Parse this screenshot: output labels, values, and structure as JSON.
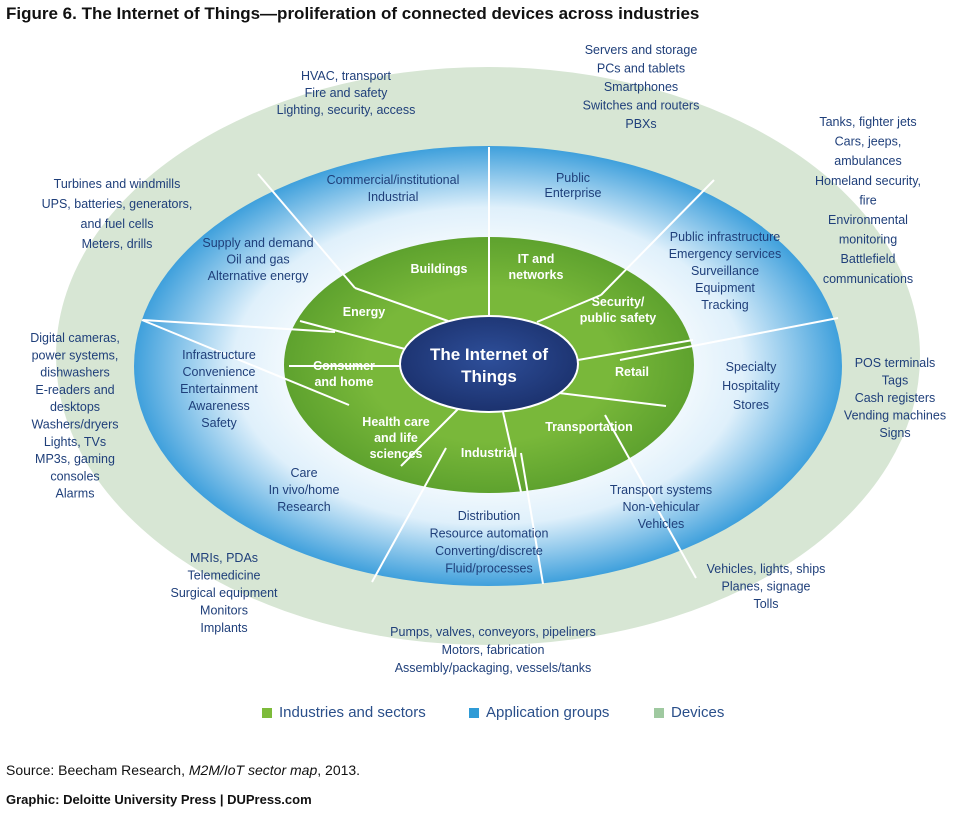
{
  "title": "Figure 6. The Internet of Things—proliferation of connected devices across industries",
  "center": {
    "line1": "The Internet of",
    "line2": "Things"
  },
  "colors": {
    "devices_ring": "#d7e6d4",
    "application_ring_edge": "#3fa0dc",
    "application_ring_inner": "#eef7fd",
    "industries_ring": "#6faf35",
    "center": "#1f3a7a",
    "text": "#1f3f7a"
  },
  "industries": [
    {
      "id": "buildings",
      "lines": [
        "Buildings"
      ]
    },
    {
      "id": "it-networks",
      "lines": [
        "IT and",
        "networks"
      ]
    },
    {
      "id": "security",
      "lines": [
        "Security/",
        "public safety"
      ]
    },
    {
      "id": "retail",
      "lines": [
        "Retail"
      ]
    },
    {
      "id": "transportation",
      "lines": [
        "Transportation"
      ]
    },
    {
      "id": "industrial",
      "lines": [
        "Industrial"
      ]
    },
    {
      "id": "health",
      "lines": [
        "Health care",
        "and life",
        "sciences"
      ]
    },
    {
      "id": "consumer",
      "lines": [
        "Consumer",
        "and home"
      ]
    },
    {
      "id": "energy",
      "lines": [
        "Energy"
      ]
    }
  ],
  "applications": [
    {
      "id": "buildings",
      "lines": [
        "Commercial/institutional",
        "Industrial"
      ]
    },
    {
      "id": "it-networks",
      "lines": [
        "Public",
        "Enterprise"
      ]
    },
    {
      "id": "security",
      "lines": [
        "Public infrastructure",
        "Emergency services",
        "Surveillance",
        "Equipment",
        "Tracking"
      ]
    },
    {
      "id": "retail",
      "lines": [
        "Specialty",
        "Hospitality",
        "Stores"
      ]
    },
    {
      "id": "transportation",
      "lines": [
        "Transport systems",
        "Non-vehicular",
        "Vehicles"
      ]
    },
    {
      "id": "industrial",
      "lines": [
        "Distribution",
        "Resource automation",
        "Converting/discrete",
        "Fluid/processes"
      ]
    },
    {
      "id": "health",
      "lines": [
        "Care",
        "In vivo/home",
        "Research"
      ]
    },
    {
      "id": "consumer",
      "lines": [
        "Infrastructure",
        "Convenience",
        "Entertainment",
        "Awareness",
        "Safety"
      ]
    },
    {
      "id": "energy",
      "lines": [
        "Supply and demand",
        "Oil and gas",
        "Alternative energy"
      ]
    }
  ],
  "devices": [
    {
      "id": "buildings",
      "lines": [
        "HVAC, transport",
        "Fire and safety",
        "Lighting, security, access"
      ]
    },
    {
      "id": "it-networks",
      "lines": [
        "Servers and storage",
        "PCs and tablets",
        "Smartphones",
        "Switches and routers",
        "PBXs"
      ]
    },
    {
      "id": "security",
      "lines": [
        "Tanks, fighter jets",
        "Cars, jeeps,",
        "ambulances",
        "Homeland security,",
        "fire",
        "Environmental",
        "monitoring",
        "Battlefield",
        "communications"
      ]
    },
    {
      "id": "retail",
      "lines": [
        "POS terminals",
        "Tags",
        "Cash registers",
        "Vending machines",
        "Signs"
      ]
    },
    {
      "id": "transportation",
      "lines": [
        "Vehicles, lights, ships",
        "Planes, signage",
        "Tolls"
      ]
    },
    {
      "id": "industrial",
      "lines": [
        "Pumps, valves, conveyors, pipeliners",
        "Motors, fabrication",
        "Assembly/packaging, vessels/tanks"
      ]
    },
    {
      "id": "health",
      "lines": [
        "MRIs, PDAs",
        "Telemedicine",
        "Surgical equipment",
        "Monitors",
        "Implants"
      ]
    },
    {
      "id": "consumer",
      "lines": [
        "Digital cameras,",
        "power systems,",
        "dishwashers",
        "E-readers and",
        "desktops",
        "Washers/dryers",
        "Lights, TVs",
        "MP3s, gaming",
        "consoles",
        "Alarms"
      ]
    },
    {
      "id": "energy",
      "lines": [
        "Turbines and windmills",
        "UPS, batteries, generators,",
        "and fuel cells",
        "Meters, drills"
      ]
    }
  ],
  "legend": [
    {
      "label": "Industries and sectors",
      "color": "#7dbb3a"
    },
    {
      "label": "Application groups",
      "color": "#2f9bd6"
    },
    {
      "label": "Devices",
      "color": "#9fc9a0"
    }
  ],
  "source": {
    "prefix": "Source: Beecham Research, ",
    "work": "M2M/IoT sector map",
    "suffix": ", 2013."
  },
  "credit": "Graphic: Deloitte University Press  |  DUPress.com"
}
